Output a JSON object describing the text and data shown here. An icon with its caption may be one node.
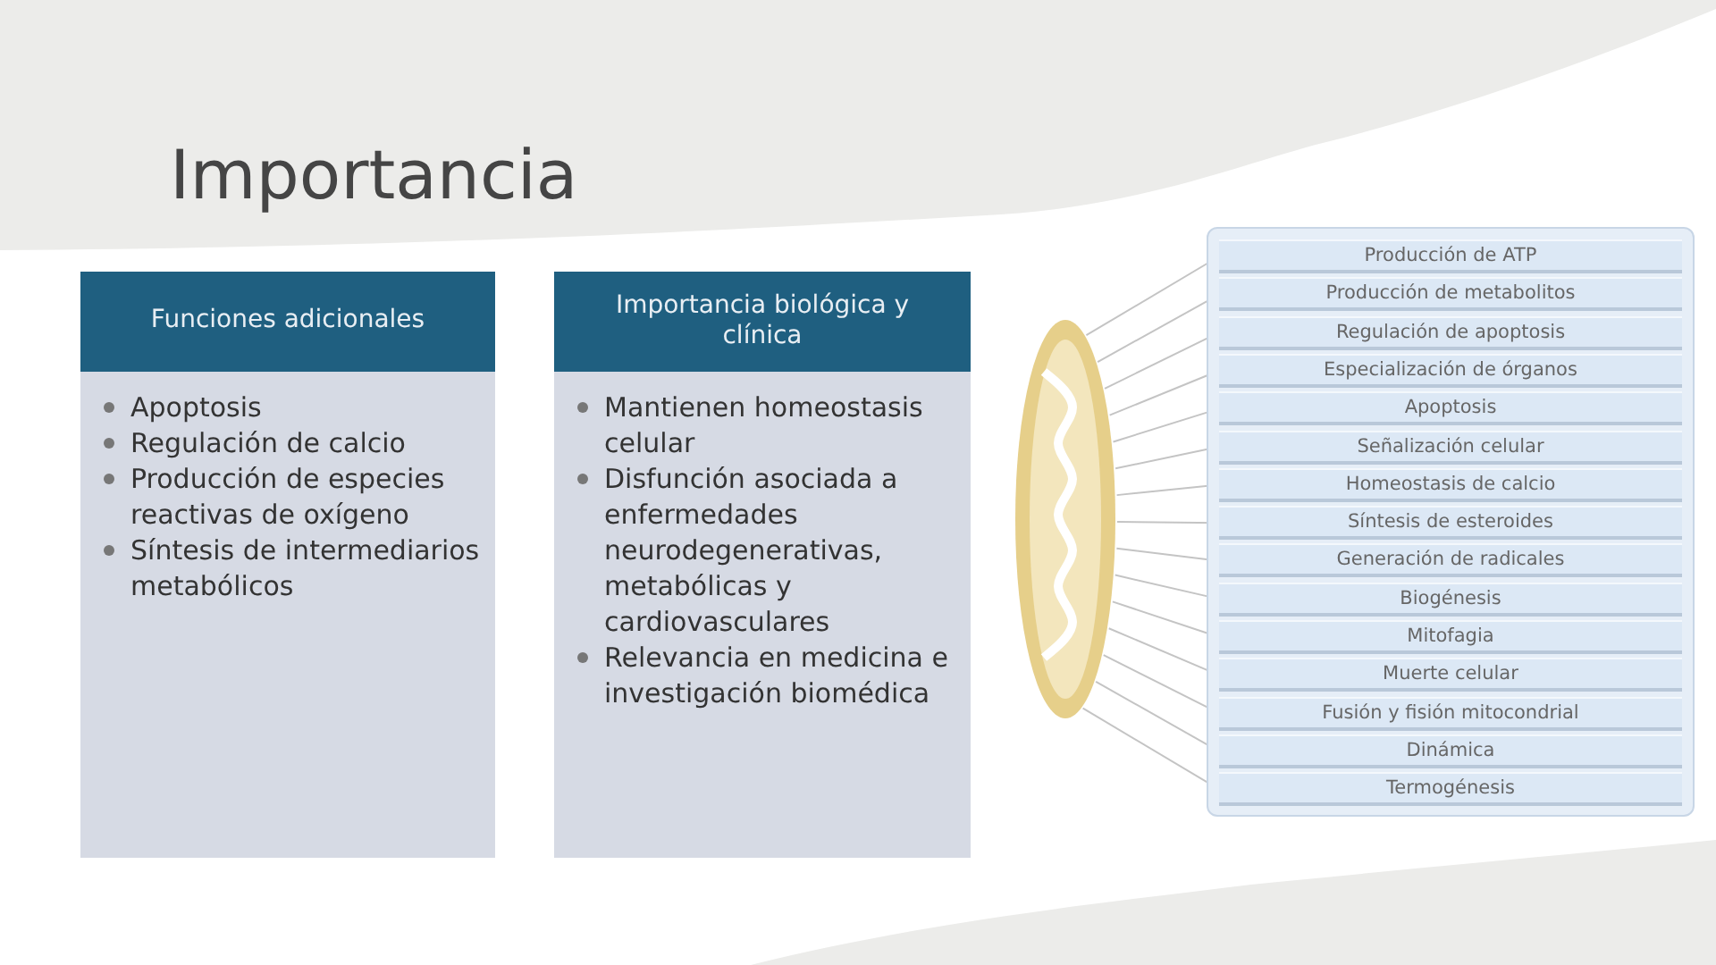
{
  "diagram": {
    "title": "Importancia",
    "nodes": [
      {
        "text": [
          "Funciones adicionales"
        ]
      },
      {
        "text": [
          "Apoptosis",
          "Regulación de calcio",
          "Producción de especies reactivas de oxígeno",
          "Síntesis de intermediarios metabólicos"
        ]
      },
      {
        "text": [
          "Importancia biológica y clínica"
        ]
      },
      {
        "text": [
          "Mantienen homeostasis celular",
          "Disfunción asociada a enfermedades neurodegenerativas, metabólicas y cardiovasculares",
          "Relevancia en medicina e investigación biomédica"
        ]
      },
      {
        "text": [],
        "shape": "picture"
      },
      {
        "text": [],
        "shape": "box"
      },
      {
        "text": [
          "Producción de ATP"
        ],
        "in": 5
      },
      {
        "text": [
          "Producción de metabolitos"
        ],
        "in": 5
      },
      {
        "text": [
          "Regulación de apoptosis"
        ],
        "in": 5
      },
      {
        "text": [
          "Especialización de órganos"
        ],
        "in": 5
      },
      {
        "text": [
          "Apoptosis"
        ],
        "in": 5
      },
      {
        "text": [
          "Señalización celular"
        ],
        "in": 5
      },
      {
        "text": [
          "Homeostasis de calcio"
        ],
        "in": 5
      },
      {
        "text": [
          "Síntesis de esteroides"
        ],
        "in": 5
      },
      {
        "text": [
          "Generación de radicales"
        ],
        "in": 5
      },
      {
        "text": [
          "Biogénesis"
        ],
        "in": 5
      },
      {
        "text": [
          "Mitofagia"
        ],
        "in": 5
      },
      {
        "text": [
          "Muerte celular"
        ],
        "in": 5
      },
      {
        "text": [
          "Fusión y fisión mitocondrial"
        ],
        "in": 5
      },
      {
        "text": [
          "Dinámica"
        ],
        "in": 5
      },
      {
        "text": [
          "Termogénesis"
        ],
        "in": 5
      }
    ],
    "edges": [
      {
        "from": 4,
        "to": 6,
        "arrow": "none"
      },
      {
        "from": 4,
        "to": 7,
        "arrow": "none"
      },
      {
        "from": 4,
        "to": 8,
        "arrow": "none"
      },
      {
        "from": 4,
        "to": 9,
        "arrow": "none"
      },
      {
        "from": 4,
        "to": 10,
        "arrow": "none"
      },
      {
        "from": 4,
        "to": 11,
        "arrow": "none"
      },
      {
        "from": 4,
        "to": 12,
        "arrow": "none"
      },
      {
        "from": 4,
        "to": 13,
        "arrow": "none"
      },
      {
        "from": 4,
        "to": 14,
        "arrow": "none"
      },
      {
        "from": 4,
        "to": 15,
        "arrow": "none"
      },
      {
        "from": 4,
        "to": 16,
        "arrow": "none"
      },
      {
        "from": 4,
        "to": 17,
        "arrow": "none"
      },
      {
        "from": 4,
        "to": 18,
        "arrow": "none"
      },
      {
        "from": 4,
        "to": 19,
        "arrow": "none"
      },
      {
        "from": 4,
        "to": 20,
        "arrow": "none"
      }
    ]
  }
}
